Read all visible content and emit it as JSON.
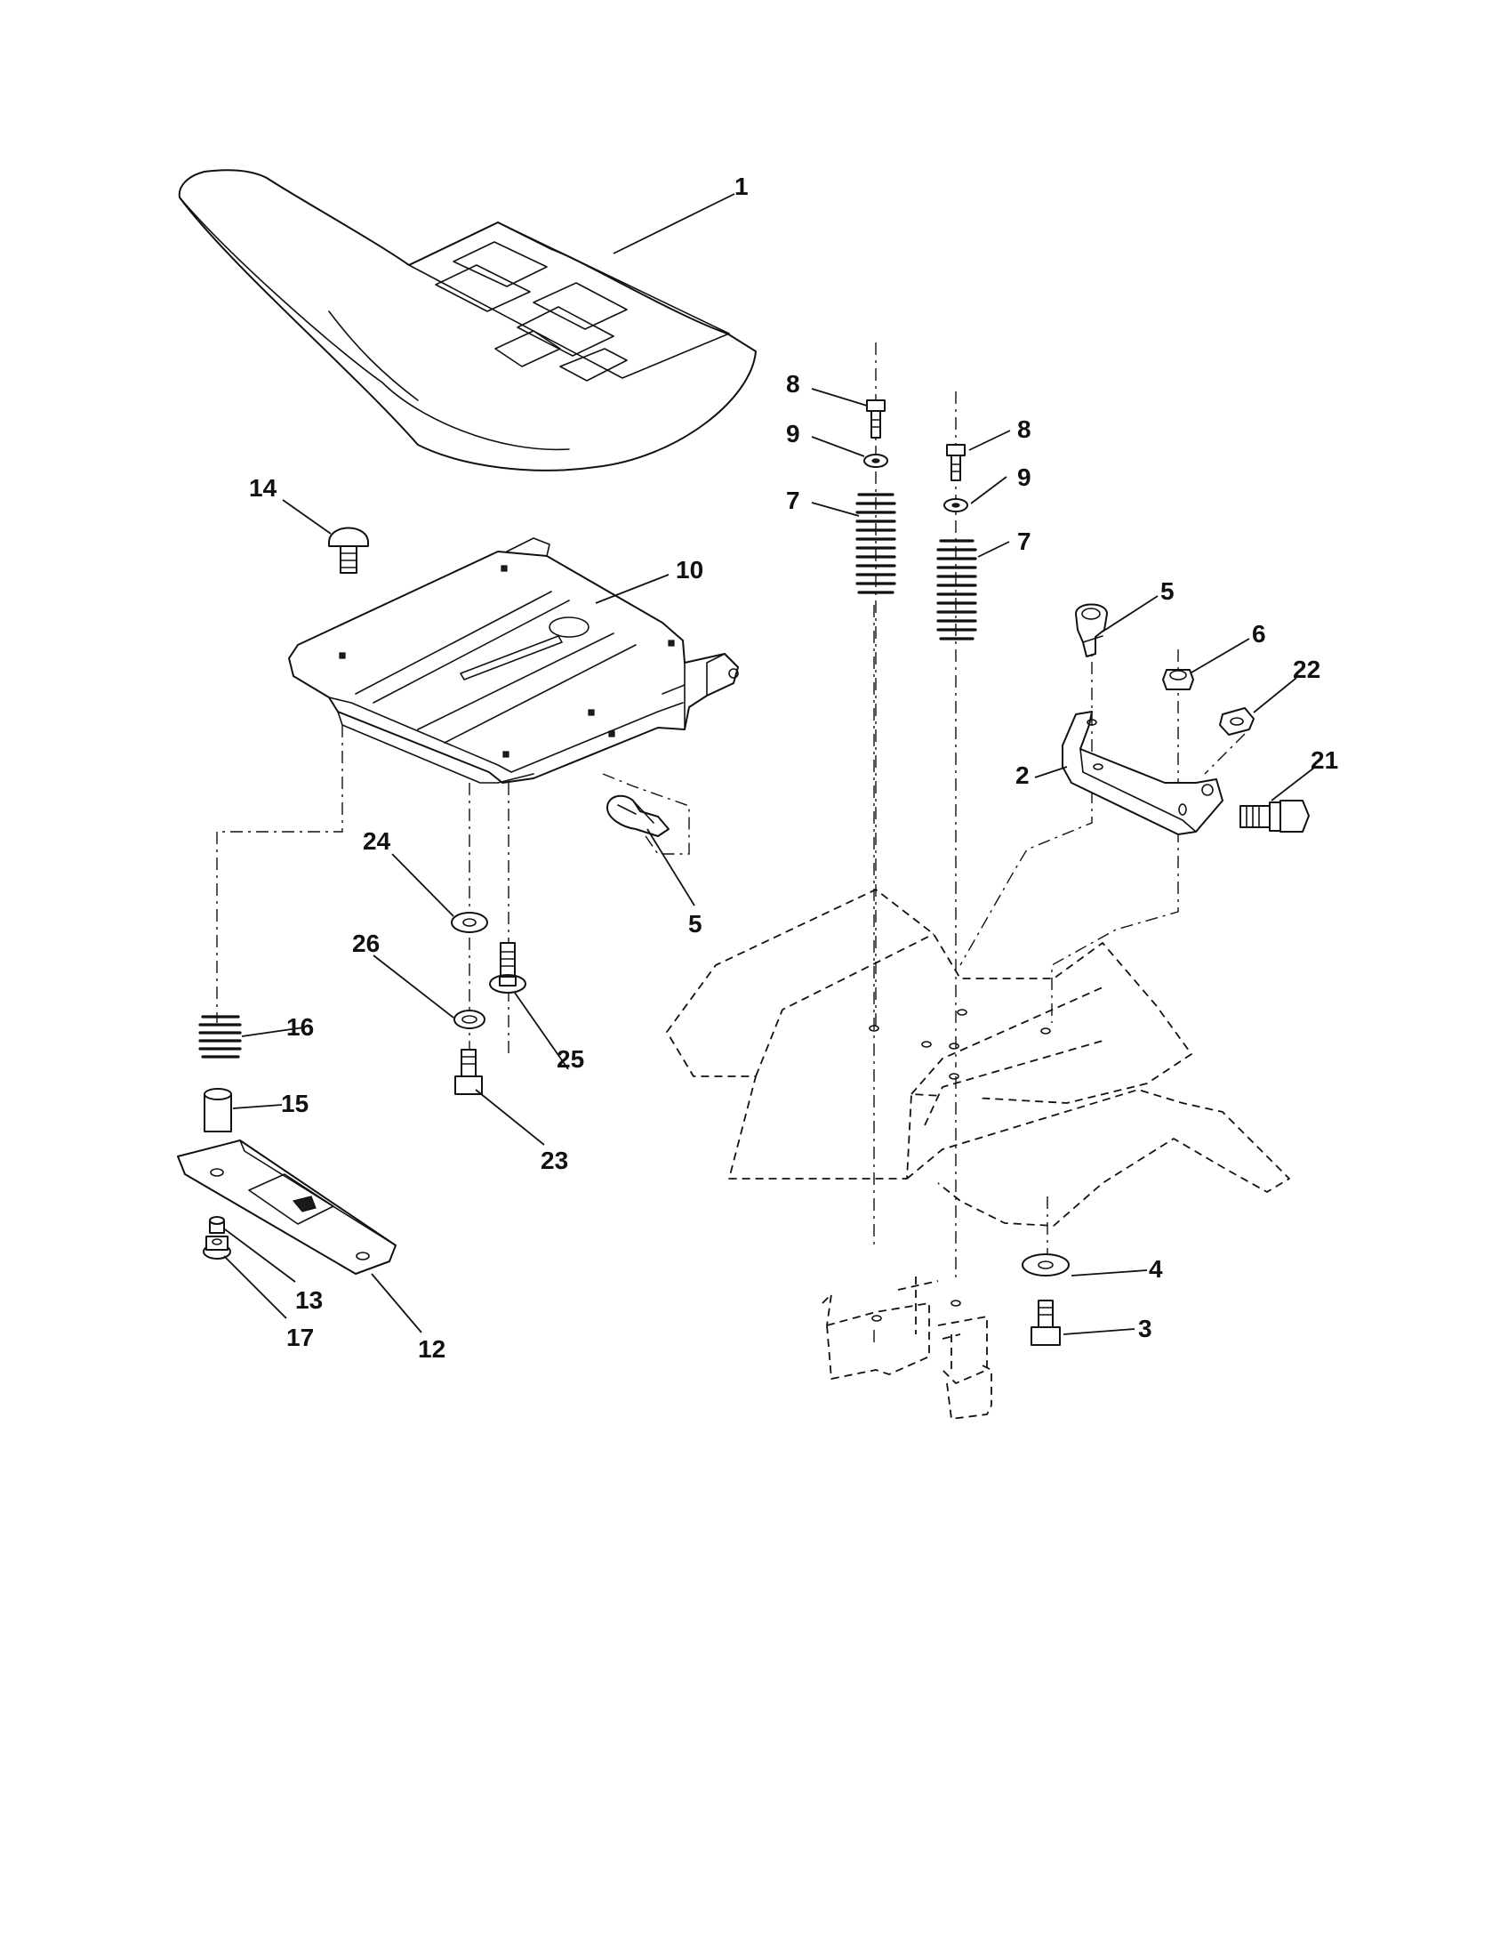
{
  "diagram": {
    "callouts": {
      "c1": "1",
      "c2": "2",
      "c3": "3",
      "c4": "4",
      "c5a": "5",
      "c5b": "5",
      "c6": "6",
      "c7a": "7",
      "c7b": "7",
      "c8a": "8",
      "c8b": "8",
      "c9a": "9",
      "c9b": "9",
      "c10": "10",
      "c12": "12",
      "c13": "13",
      "c14": "14",
      "c15": "15",
      "c16": "16",
      "c17": "17",
      "c21": "21",
      "c22": "22",
      "c23": "23",
      "c24": "24",
      "c25": "25",
      "c26": "26"
    }
  }
}
